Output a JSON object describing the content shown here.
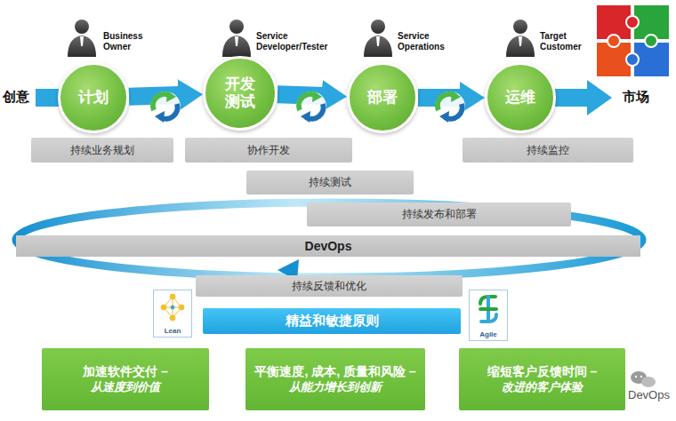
{
  "diagram": {
    "nodes": [
      {
        "text": [
          "计划"
        ]
      },
      {
        "text": [
          "开发 测试"
        ]
      },
      {
        "text": [
          "部署"
        ]
      },
      {
        "text": [
          "运维"
        ]
      },
      {
        "text": [
          "持续业务规划"
        ]
      },
      {
        "text": [
          "协作开发"
        ]
      },
      {
        "text": [
          "持续监控"
        ]
      },
      {
        "text": [
          "持续测试"
        ]
      },
      {
        "text": [
          "持续发布和部署"
        ]
      },
      {
        "text": [
          "DevOps"
        ]
      },
      {
        "text": [
          "持续反馈和优化"
        ]
      },
      {
        "text": [
          "Lean"
        ]
      },
      {
        "text": [
          "精益和敏捷原则"
        ]
      },
      {
        "text": [
          "Agile"
        ]
      },
      {
        "text": [
          "加速软件交付 –",
          "从速度到价值"
        ]
      },
      {
        "text": [
          "平衡速度, 成本, 质量和风险 –",
          "从能力增长到创新"
        ]
      },
      {
        "text": [
          "缩短客户反馈时间 –",
          "改进的客户体验"
        ]
      }
    ],
    "edges": [
      {
        "from": 0,
        "to": 1,
        "arrow": "to"
      },
      {
        "from": 1,
        "to": 2,
        "arrow": "to"
      },
      {
        "from": 2,
        "to": 3,
        "arrow": "to"
      }
    ],
    "labels": [
      "Business Owner",
      "Service Developer/Tester",
      "Service Operations",
      "Target Customer",
      "创意",
      "市场",
      "DevOps"
    ]
  }
}
